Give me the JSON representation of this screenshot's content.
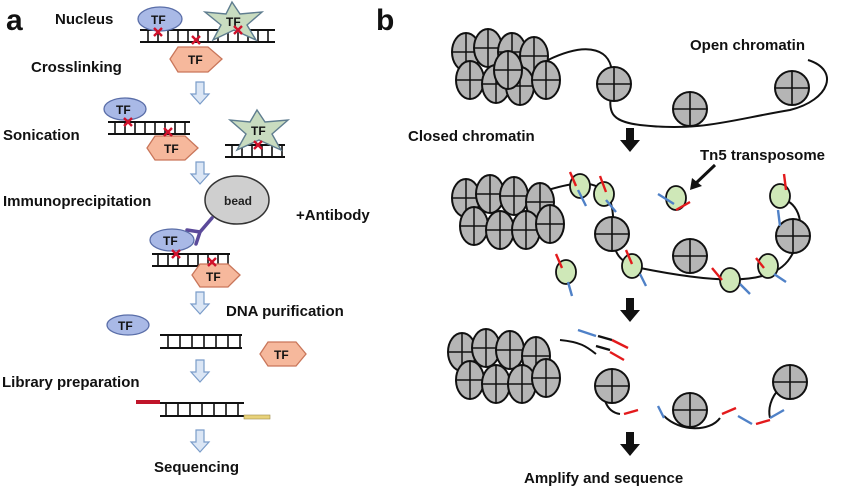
{
  "panels": {
    "a": {
      "label": "a",
      "steps": [
        "Nucleus",
        "Crosslinking",
        "Sonication",
        "Immunoprecipitation",
        "DNA purification",
        "Library preparation",
        "Sequencing"
      ],
      "extra_label": "+Antibody",
      "bead_label": "bead",
      "tf_label": "TF"
    },
    "b": {
      "label": "b",
      "open_chromatin": "Open chromatin",
      "closed_chromatin_top": "Closed chromatin",
      "closed_chromatin_bottom": "Closed chromatin",
      "tn5": "Tn5 transposome",
      "final_step": "Amplify and sequence"
    }
  },
  "colors": {
    "tf_blue": "#a9b9e6",
    "tf_salmon": "#f6b89c",
    "tf_star": "#c9dcc0",
    "bead": "#cfcfcf",
    "nucleosome": "#b5b5b5",
    "tn5": "#cfe8b8",
    "adapter_red": "#e31a1c",
    "adapter_blue": "#4f81c7",
    "crosslink": "#d0112b",
    "antibody": "#5b4a9a",
    "arrow_fill": "#dbe6f5",
    "arrow_stroke": "#7a9cc9"
  },
  "icons": [
    "down-arrow-icon",
    "antibody-icon",
    "crosslink-icon",
    "nucleosome-icon",
    "tn5-transposome-icon"
  ]
}
